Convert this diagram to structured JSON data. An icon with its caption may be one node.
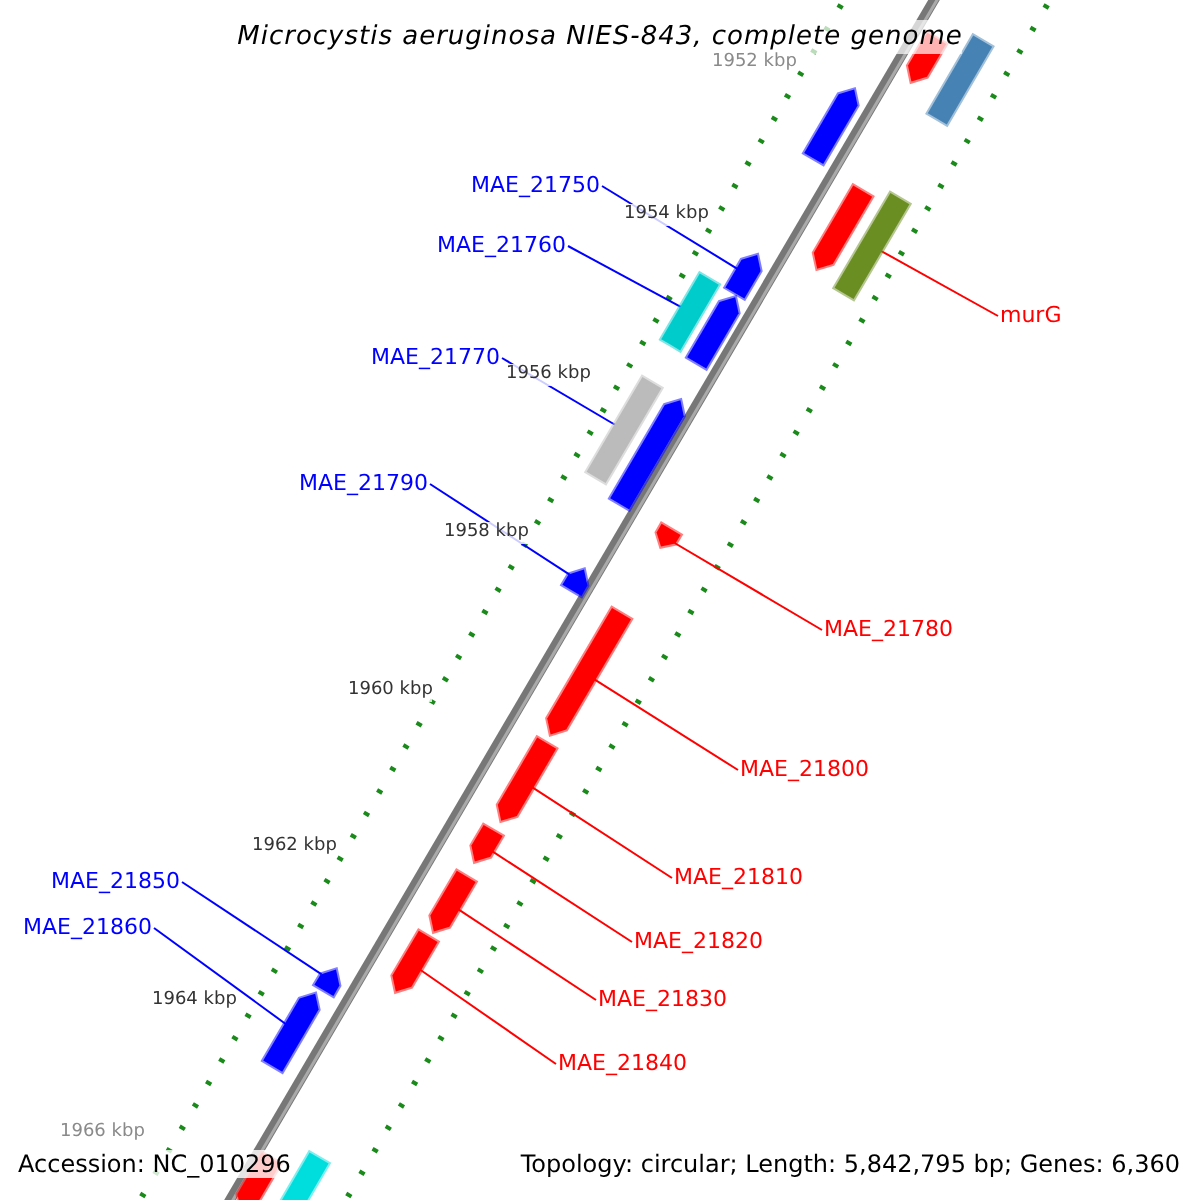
{
  "diagram": {
    "title": "Microcystis aeruginosa NIES-843, complete genome",
    "nodes": [
      {
        "text": [
          "MAE_21750"
        ]
      },
      {
        "text": [
          "MAE_21760"
        ]
      },
      {
        "text": [
          "MAE_21770"
        ]
      },
      {
        "text": [
          "MAE_21790"
        ]
      },
      {
        "text": [
          "murG"
        ]
      },
      {
        "text": [
          "MAE_21780"
        ]
      },
      {
        "text": [
          "MAE_21800"
        ]
      },
      {
        "text": [
          "MAE_21810"
        ]
      },
      {
        "text": [
          "MAE_21820"
        ]
      },
      {
        "text": [
          "MAE_21830"
        ]
      },
      {
        "text": [
          "MAE_21840"
        ]
      },
      {
        "text": [
          "MAE_21850"
        ]
      },
      {
        "text": [
          "MAE_21860"
        ]
      },
      {
        "text": [],
        "shape": "bar"
      },
      {
        "text": [],
        "shape": "bar"
      },
      {
        "text": [],
        "shape": "bar"
      },
      {
        "text": [],
        "shape": "bar"
      },
      {
        "text": [],
        "shape": "bar"
      },
      {
        "text": [],
        "shape": "bar"
      },
      {
        "text": [],
        "shape": "bar"
      },
      {
        "text": [],
        "shape": "bar"
      },
      {
        "text": [],
        "shape": "bar"
      },
      {
        "text": [],
        "shape": "bar"
      },
      {
        "text": [],
        "shape": "bar"
      },
      {
        "text": [],
        "shape": "bar"
      },
      {
        "text": [],
        "shape": "bar"
      },
      {
        "text": [],
        "shape": "bar"
      },
      {
        "text": [],
        "shape": "bar"
      },
      {
        "text": [],
        "shape": "bar"
      },
      {
        "text": [],
        "shape": "bar"
      },
      {
        "text": [],
        "shape": "bar"
      },
      {
        "text": [],
        "shape": "bar"
      },
      {
        "text": [],
        "shape": "bar"
      },
      {
        "text": [],
        "shape": "bar"
      }
    ],
    "edges": [
      {
        "from": 0,
        "to": 13,
        "arrow": "none",
        "color": "#0000ff"
      },
      {
        "from": 1,
        "to": 14,
        "arrow": "none",
        "color": "#0000ff"
      },
      {
        "from": 2,
        "to": 15,
        "arrow": "none",
        "color": "#0000ff"
      },
      {
        "from": 3,
        "to": 16,
        "arrow": "none",
        "color": "#0000ff"
      },
      {
        "from": 4,
        "to": 17,
        "arrow": "none"
      },
      {
        "from": 5,
        "to": 18,
        "arrow": "none"
      },
      {
        "from": 6,
        "to": 19,
        "arrow": "none"
      },
      {
        "from": 7,
        "to": 20,
        "arrow": "none"
      },
      {
        "from": 8,
        "to": 21,
        "arrow": "none"
      },
      {
        "from": 9,
        "to": 22,
        "arrow": "none"
      },
      {
        "from": 10,
        "to": 23,
        "arrow": "none"
      },
      {
        "from": 11,
        "to": 24,
        "arrow": "none",
        "color": "#0000ff"
      },
      {
        "from": 12,
        "to": 25,
        "arrow": "none",
        "color": "#0000ff"
      }
    ],
    "labels": [
      "1952 kbp",
      "1954 kbp",
      "1956 kbp",
      "1958 kbp",
      "1960 kbp",
      "1962 kbp",
      "1964 kbp",
      "1966 kbp",
      "Accession: NC_010296",
      "Topology: circular; Length: 5,842,795 bp; Genes: 6,360"
    ]
  }
}
